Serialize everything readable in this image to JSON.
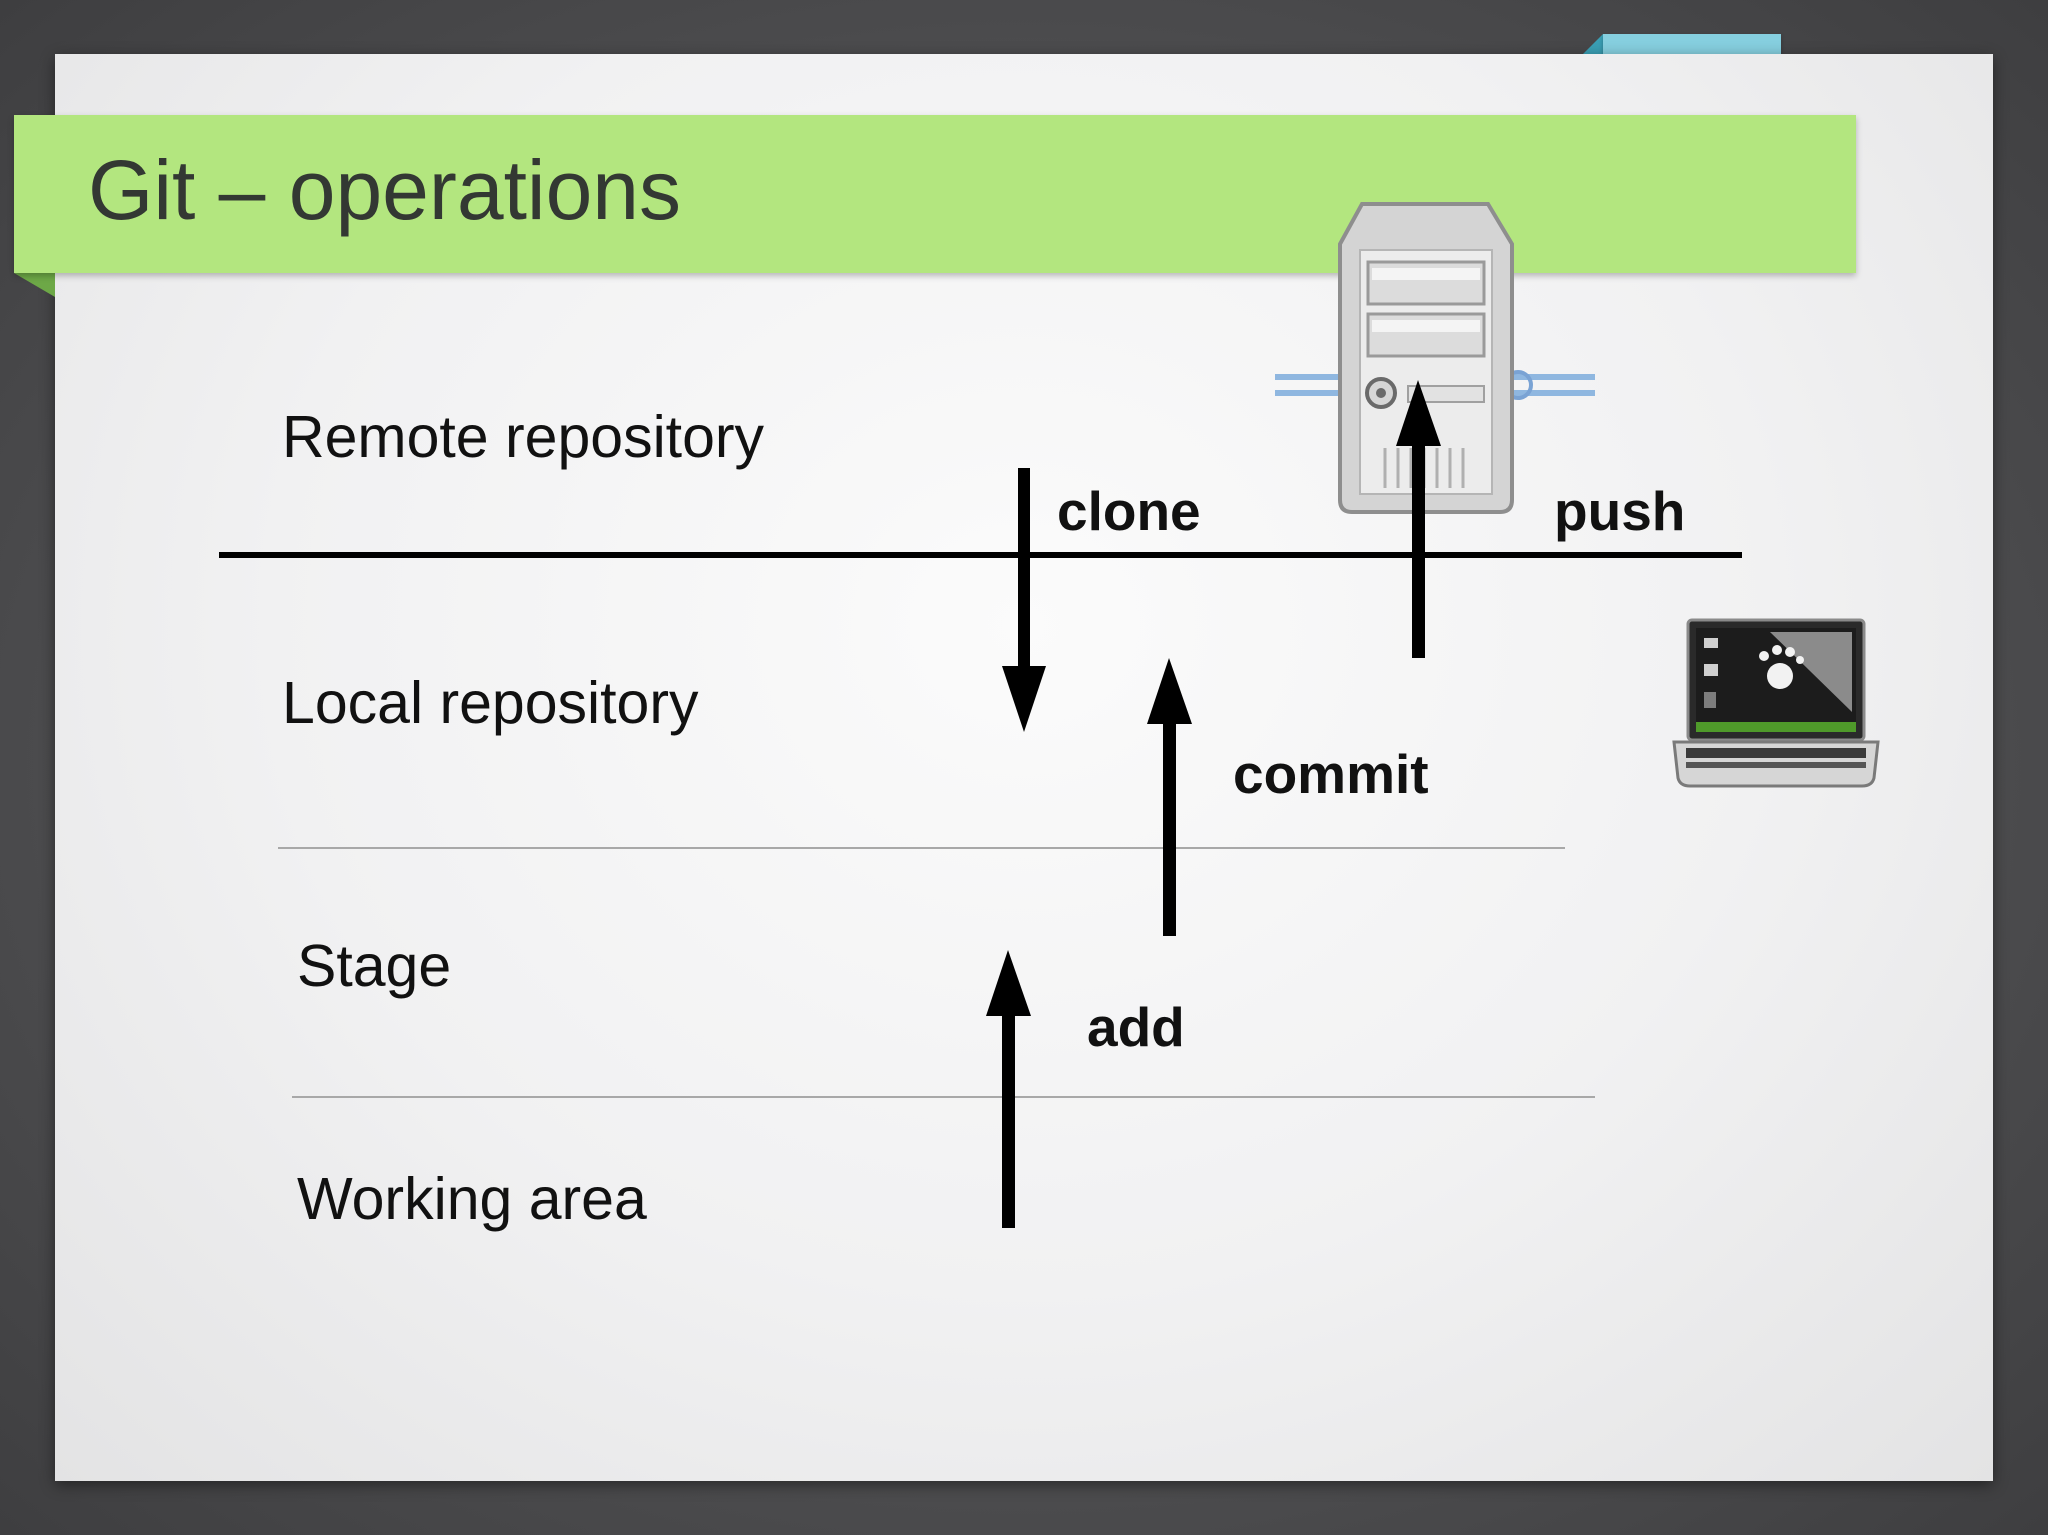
{
  "slide": {
    "title": "Git – operations"
  },
  "levels": {
    "remote": "Remote repository",
    "local": "Local repository",
    "stage": "Stage",
    "working": "Working area"
  },
  "operations": {
    "clone": "clone",
    "push": "push",
    "commit": "commit",
    "add": "add"
  },
  "icons": {
    "server": "server-icon",
    "laptop": "laptop-icon"
  },
  "colors": {
    "title_bar": "#b3e67f",
    "accent_tab": "#86cfdf",
    "arrow": "#000000"
  }
}
